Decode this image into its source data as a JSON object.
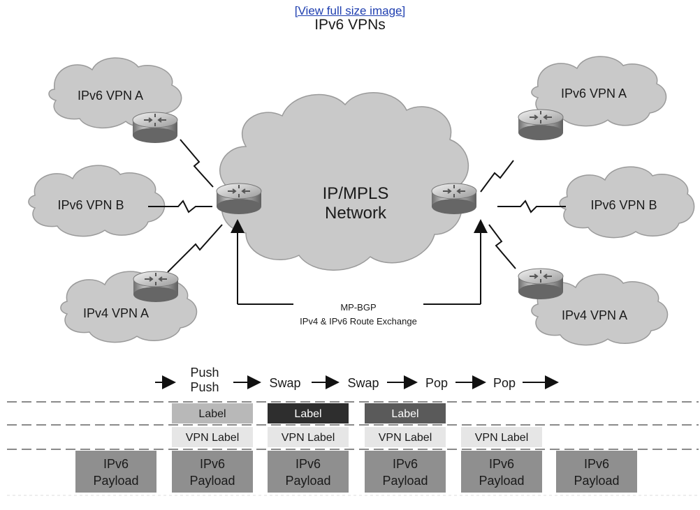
{
  "header": {
    "link_text": "[View full size image]",
    "title": "IPv6 VPNs"
  },
  "clouds": {
    "left_top": "IPv6 VPN A",
    "left_mid": "IPv6 VPN B",
    "left_bot": "IPv4 VPN A",
    "right_top": "IPv6 VPN A",
    "right_mid": "IPv6 VPN B",
    "right_bot": "IPv4 VPN A",
    "core_line1": "IP/MPLS",
    "core_line2": "Network"
  },
  "bgp": {
    "line1": "MP-BGP",
    "line2": "IPv4 & IPv6 Route Exchange"
  },
  "operations": {
    "push1": "Push",
    "push2": "Push",
    "swap1": "Swap",
    "swap2": "Swap",
    "pop1": "Pop",
    "pop2": "Pop"
  },
  "stack": {
    "label": "Label",
    "vpn_label": "VPN Label",
    "payload_line1": "IPv6",
    "payload_line2": "Payload"
  },
  "colors": {
    "cloud": "#c9c9c9",
    "label_light": "#b8b8b8",
    "label_dark": "#2e2e2e",
    "label_mid": "#5a5a5a",
    "vpn_label": "#e6e6e6",
    "payload": "#8f8f8f"
  }
}
